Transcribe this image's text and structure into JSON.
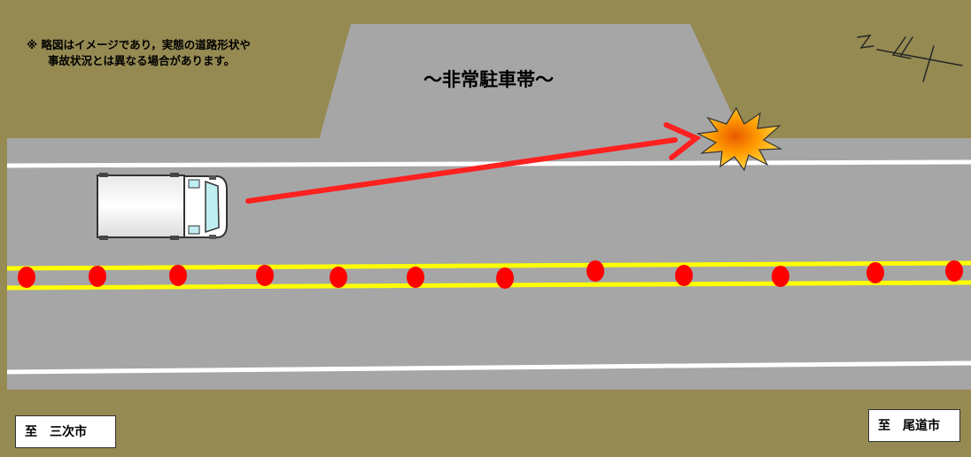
{
  "note": {
    "line1": "※ 略図はイメージであり，実態の道路形状や",
    "line2": "事故状況とは異なる場合があります。"
  },
  "title": "～非常駐車帯～",
  "destinations": {
    "left": "至　三次市",
    "right": "至　尾道市"
  },
  "colors": {
    "ground": "#958A52",
    "road": "#A6A6A6",
    "edge_line": "#FFFFFF",
    "center_line": "#FFFF00",
    "road_stud": "#FF0000",
    "arrow": "#FF0000",
    "impact_fill": "#FFB000",
    "truck_body": "#FFFFFF"
  },
  "icons": {
    "north_arrow": "north-arrow-icon",
    "truck": "truck-icon",
    "collision": "collision-burst-icon",
    "trajectory": "trajectory-arrow"
  },
  "road_studs_count": 12
}
